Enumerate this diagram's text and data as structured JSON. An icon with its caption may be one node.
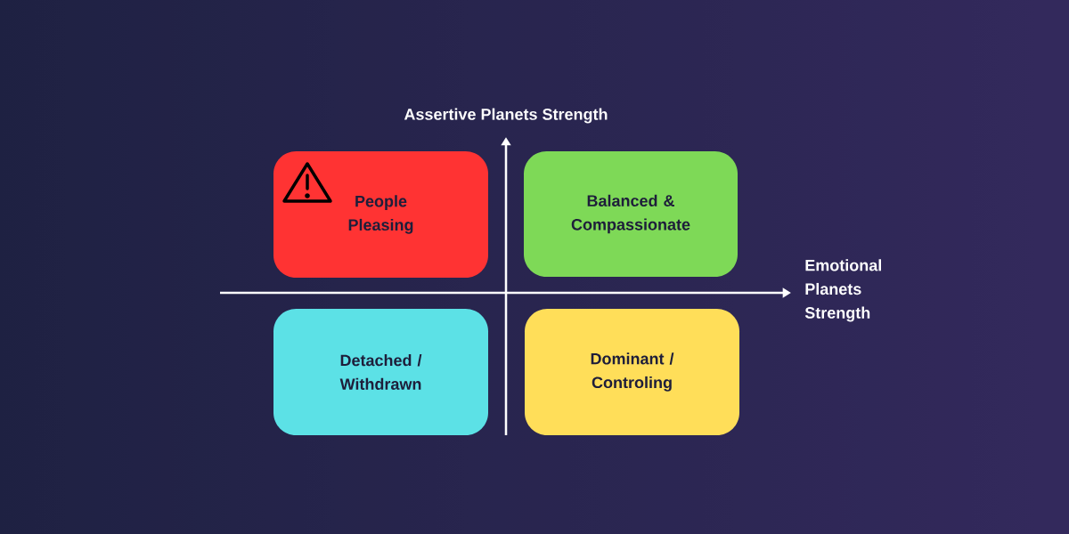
{
  "diagram": {
    "nodes": [
      {
        "text": [
          "People Pleasing"
        ]
      },
      {
        "text": [
          "Balanced & Compassionate"
        ]
      },
      {
        "text": [
          "Detached / Withdrawn"
        ]
      },
      {
        "text": [
          "Dominant / Controling"
        ]
      }
    ],
    "labels": [
      "Assertive Planets Strength",
      "Emotional Planets Strength"
    ]
  }
}
